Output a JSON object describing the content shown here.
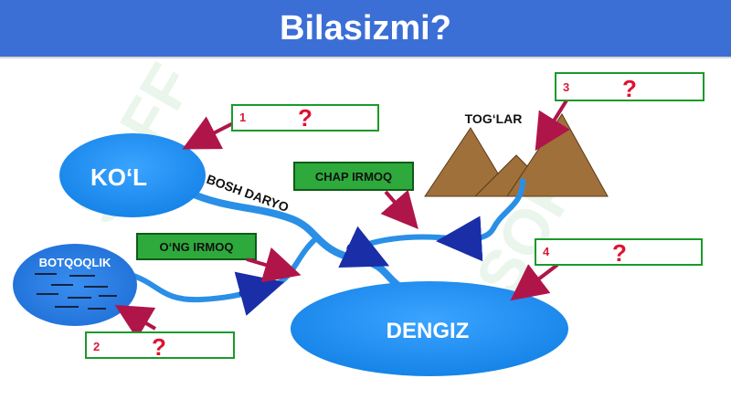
{
  "title": "Bilasizmi?",
  "watermark": "SOFF",
  "labels": {
    "kol": "KO‘L",
    "bosh_daryo": "BOSH DARYO",
    "botqoqlik": "BOTQOQLIK",
    "toglar": "TOG‘LAR",
    "dengiz": "DENGIZ",
    "chap_irmoq": "CHAP IRMOQ",
    "ong_irmoq": "O‘NG IRMOQ"
  },
  "question_boxes": [
    {
      "number": "1",
      "mark": "?"
    },
    {
      "number": "2",
      "mark": "?"
    },
    {
      "number": "3",
      "mark": "?"
    },
    {
      "number": "4",
      "mark": "?"
    }
  ],
  "colors": {
    "title_bg": "#3b6fd6",
    "water": "#1e90ff",
    "river": "#2a8fe6",
    "mountain": "#a0703a",
    "green_label": "#2eaa3c",
    "arrow": "#b0154a",
    "box_border": "#1a9a2a"
  }
}
